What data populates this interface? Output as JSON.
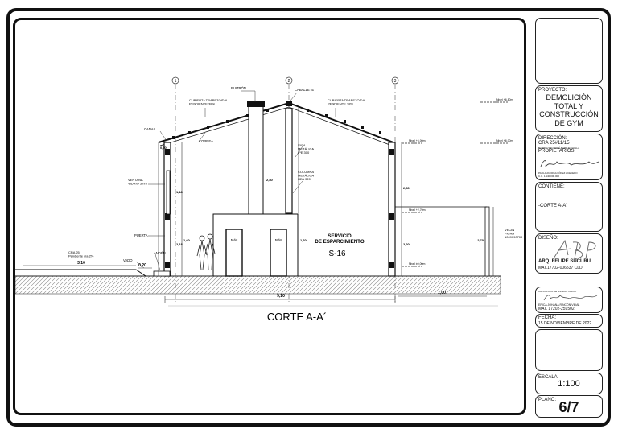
{
  "drawing": {
    "section_title": "CORTE A-A´",
    "service_name": "SERVICIO\nDE ESPARCIMIENTO",
    "service_code": "S-16",
    "grid_axes": [
      "1",
      "2",
      "3"
    ],
    "annotations": {
      "buitron": "BUITRÓN",
      "caballete": "CABALLETE",
      "cubierta_left": "CUBIERTA TRAPEZOIDAL\nPENDIENTE 38%",
      "cubierta_right": "CUBIERTA TRAPEZOIDAL\nPENDIENTE 38%",
      "canal": "CANAL",
      "correa": "CORREA",
      "viga": "VIGA\nMETÁLICA\nIPE 300",
      "columna": "COLUMNA\nMETÁLICA\nHEA 320",
      "ventana": "VENTANA\nVIDRIO 5mm",
      "puerta": "PUERTA",
      "anden": "ANDÉN",
      "vado": "VADO",
      "cra": "CRA 25\nPendiente vía 2%",
      "vecino": "VECIN\nFICHA\n1009090700",
      "door_label_1": "BAÑO",
      "door_label_2": "BAÑO"
    },
    "levels": {
      "top_right": "Nivel +6,80m",
      "level_6": "Nivel +6,00m",
      "level_6_far": "Nivel +6,00m",
      "level_2": "Nivel +2,70m",
      "level_0": "Nivel ±0,00m"
    },
    "dimensions": {
      "total_width": "9,10",
      "right_width": "1,00",
      "left_width": "3,10",
      "vado_width": "0,20",
      "h_left_top": "0,30",
      "h_window": "1,18",
      "h_lower": "2,18",
      "h_col1": "1,60",
      "h_col2": "2,80",
      "h_col3": "1,60",
      "h_right": "2,80",
      "h_far": "2,70",
      "h_right_low": "2,20"
    }
  },
  "title_block": {
    "proyecto_label": "PROYECTO:",
    "proyecto_value": "DEMOLICIÓN\nTOTAL Y\nCONSTRUCCIÓN\nDE GYM",
    "direccion_label": "DIRECCIÓN:",
    "direccion_value": "CRA 25#11/15",
    "direccion_sub": "BARRIO SAN JOSÉ BARRANQUILLA",
    "propietarios_label": "PROPIETARIOS:",
    "propietario_name": "PAOLA ANDREA LÓPEZ ACEVEDO",
    "propietario_cc": "C.C. 1.140.000.000",
    "contiene_label": "CONTIENE:",
    "contiene_value": "-CORTE A-A´",
    "diseno_label": "DISEÑO:",
    "disenador": "ARQ. FELIPE SUCURÚ",
    "disenador_mat": "MAT.17702-006537 CLD",
    "structural_label": "CALCULISTA DE ESTRUCTURAS:",
    "engineer_name": "ERICA JOHANA RINCÓN VIDAL",
    "engineer_mat": "MAT. 17202-259502",
    "fecha_label": "FECHA:",
    "fecha_value": "15 DE NOVIEMBRE DE 2022",
    "escala_label": "ESCALA:",
    "escala_value": "1:100",
    "plano_label": "PLANO:",
    "plano_value": "6/7"
  }
}
